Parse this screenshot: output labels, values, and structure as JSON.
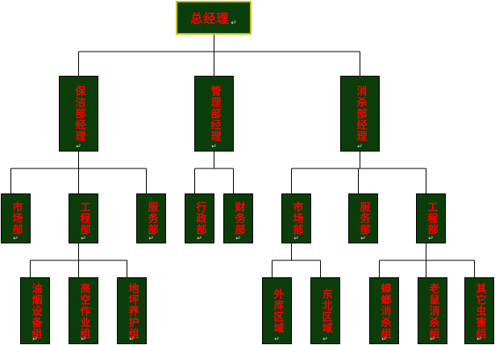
{
  "paragraph_mark": "↵",
  "colors": {
    "box_fill": "#0b3d0b",
    "text": "#ff0000",
    "root_border": "#c8c800",
    "line": "#000000"
  },
  "nodes": {
    "ceo": "总经理",
    "cleaning_manager": "保洁部经理",
    "admin_manager": "管理部经理",
    "pest_manager": "消杀部经理",
    "clean_market": "市场部",
    "clean_engineering": "工程部",
    "clean_service": "服务部",
    "admin_office": "行政部",
    "admin_finance": "财务部",
    "pest_market": "市场部",
    "pest_service": "服务部",
    "pest_engineering": "工程部",
    "eng_hood_group": "油烟设备组",
    "eng_highrise_group": "高空作业组",
    "eng_floor_group": "地坪养护组",
    "market_outer_region": "外库区域",
    "market_northeast_region": "东北区域",
    "pest_cockroach_group": "蟑螂消杀组",
    "pest_rat_group": "老鼠消杀组",
    "pest_other_group": "其它虫害组"
  }
}
